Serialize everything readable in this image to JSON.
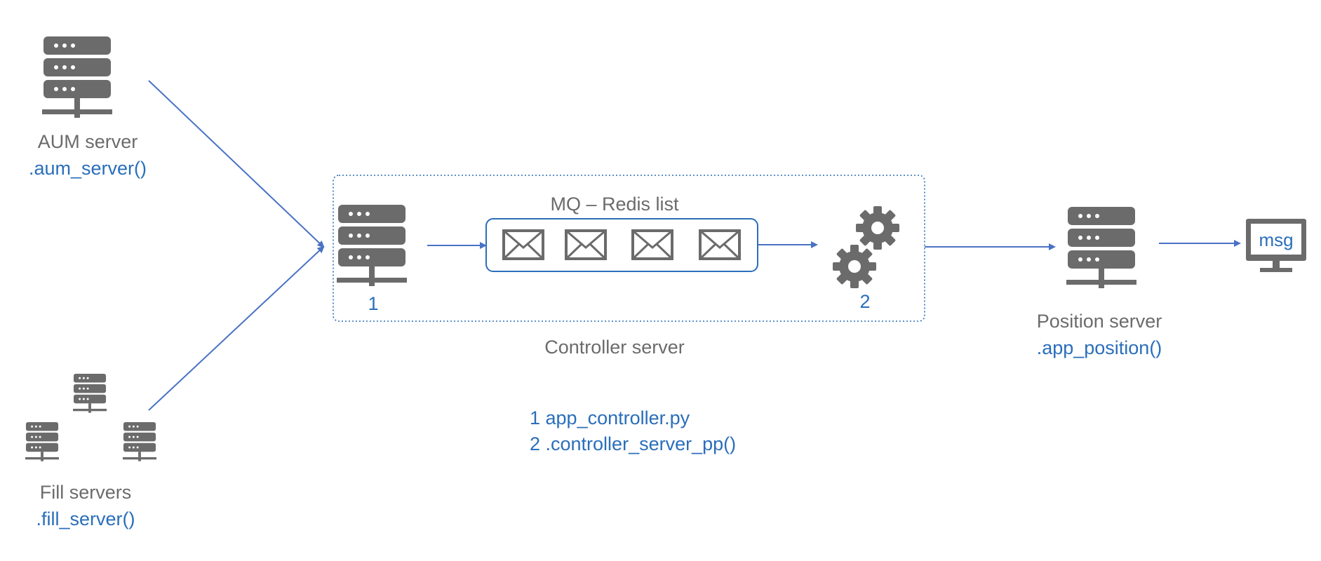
{
  "colors": {
    "icon": "#6b6b6b",
    "accent": "#2a6ebb",
    "arrow": "#4a72c4",
    "text": "#6b6b6b"
  },
  "aum": {
    "name": "AUM server",
    "func": ".aum_server()",
    "icon": "server-icon"
  },
  "fill": {
    "name": "Fill servers",
    "func": ".fill_server()",
    "icon": "server-icon"
  },
  "controller": {
    "caption": "Controller server",
    "mq_title": "MQ – Redis list",
    "messages": [
      "envelope-icon",
      "envelope-icon",
      "envelope-icon",
      "envelope-icon"
    ],
    "step1": "1",
    "step2": "2"
  },
  "position": {
    "name": "Position server",
    "func": ".app_position()",
    "icon": "server-icon"
  },
  "monitor": {
    "label": "msg",
    "icon": "monitor-icon"
  },
  "notes": {
    "line1": "1  app_controller.py",
    "line2": "2 .controller_server_pp()"
  }
}
